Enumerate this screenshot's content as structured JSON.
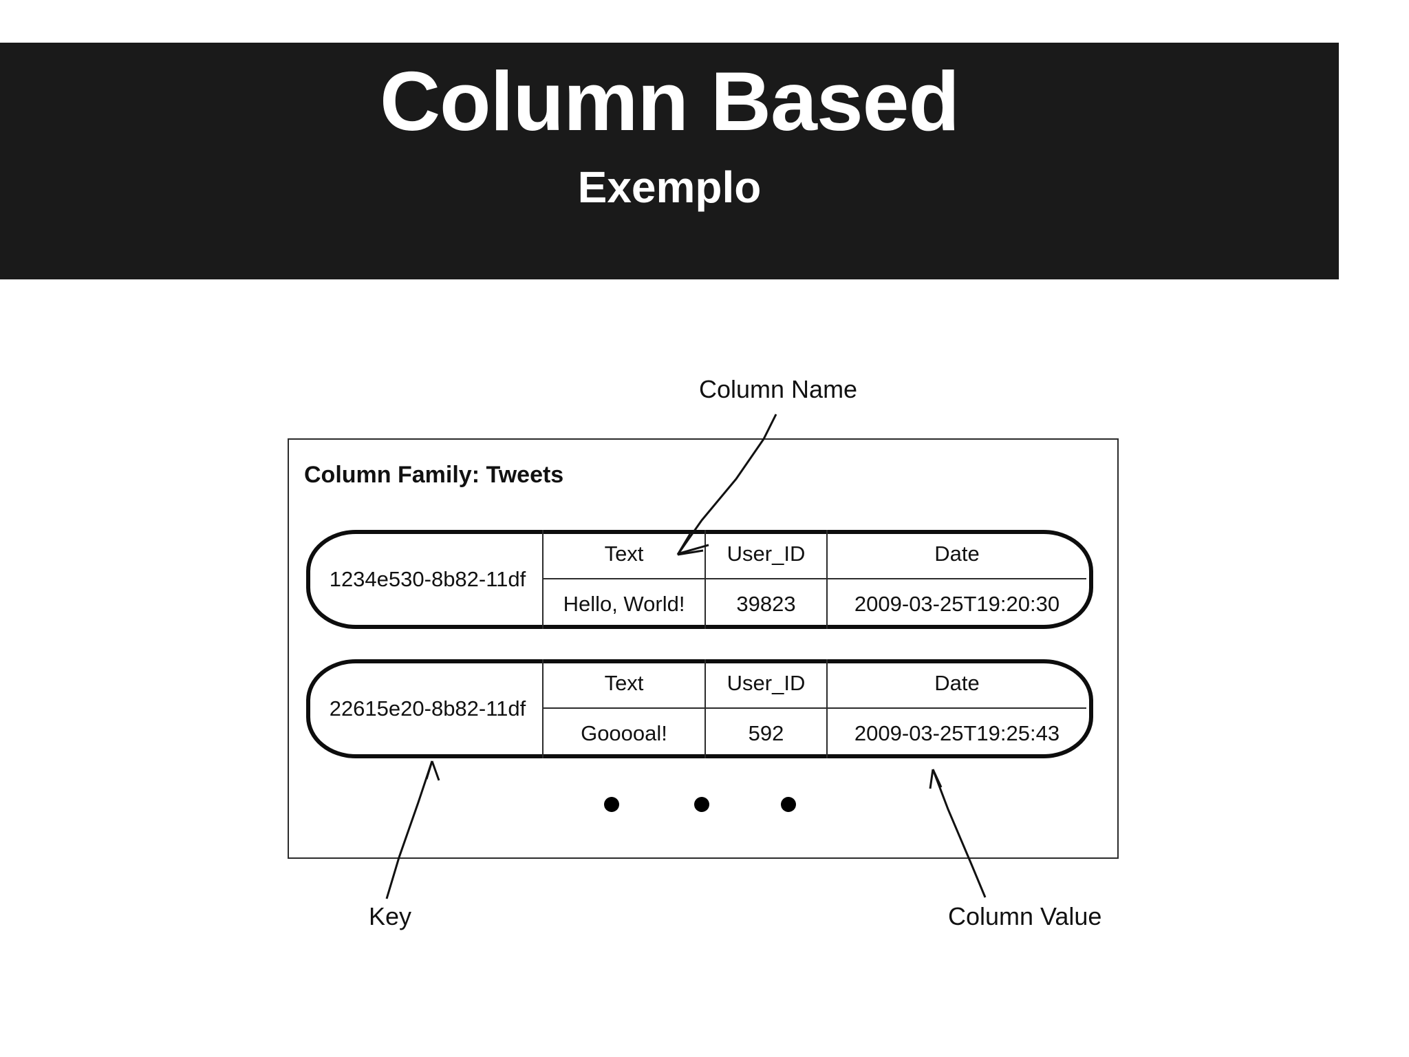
{
  "slide": {
    "title": "Column Based",
    "subtitle": "Exemplo",
    "banner_color": "#1a1a1a",
    "text_color": "#ffffff"
  },
  "diagram": {
    "column_family_label": "Column Family: Tweets",
    "annotations": {
      "column_name": "Column Name",
      "key": "Key",
      "column_value": "Column Value"
    },
    "ellipsis": "• • •",
    "columns": [
      "Text",
      "User_ID",
      "Date"
    ],
    "rows": [
      {
        "key": "1234e530-8b82-11df",
        "headers": [
          "Text",
          "User_ID",
          "Date"
        ],
        "values": [
          "Hello, World!",
          "39823",
          "2009-03-25T19:20:30"
        ]
      },
      {
        "key": "22615e20-8b82-11df",
        "headers": [
          "Text",
          "User_ID",
          "Date"
        ],
        "values": [
          "Gooooal!",
          "592",
          "2009-03-25T19:25:43"
        ]
      }
    ]
  }
}
